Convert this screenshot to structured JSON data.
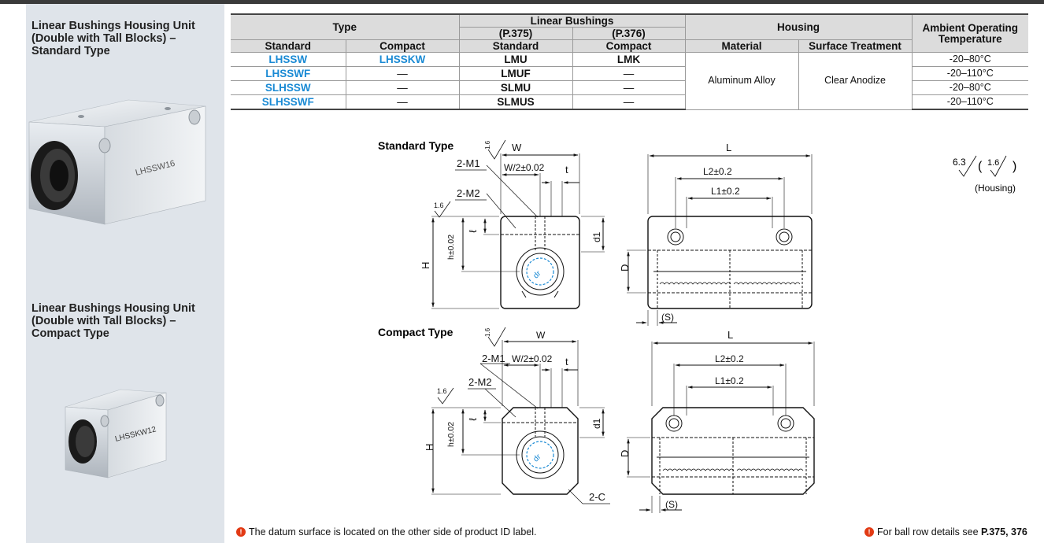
{
  "sidebar": {
    "title_standard": "Linear Bushings Housing Unit\n(Double with Tall Blocks) –\nStandard Type",
    "title_compact": "Linear Bushings Housing Unit\n(Double with Tall Blocks) –\nCompact Type",
    "photo_standard_label": "LHSSW16",
    "photo_compact_label": "LHSSKW12"
  },
  "table": {
    "headers": {
      "type": "Type",
      "linear_bushings": "Linear Bushings",
      "housing": "Housing",
      "ambient": "Ambient Operating\nTemperature",
      "p375": "(P.375)",
      "p376": "(P.376)",
      "standard": "Standard",
      "compact": "Compact",
      "bush_standard": "Standard",
      "bush_compact": "Compact",
      "material": "Material",
      "surface": "Surface Treatment"
    },
    "rows": [
      {
        "standard": "LHSSW",
        "compact": "LHSSKW",
        "bush_std": "LMU",
        "bush_cmp": "LMK",
        "temp": "-20–80°C"
      },
      {
        "standard": "LHSSWF",
        "compact": "—",
        "bush_std": "LMUF",
        "bush_cmp": "—",
        "temp": "-20–110°C"
      },
      {
        "standard": "SLHSSW",
        "compact": "—",
        "bush_std": "SLMU",
        "bush_cmp": "—",
        "temp": "-20–80°C"
      },
      {
        "standard": "SLHSSWF",
        "compact": "—",
        "bush_std": "SLMUS",
        "bush_cmp": "—",
        "temp": "-20–110°C"
      }
    ],
    "material": "Aluminum Alloy",
    "surface": "Clear Anodize"
  },
  "drawings": {
    "standard_title": "Standard Type",
    "compact_title": "Compact Type",
    "labels": {
      "W": "W",
      "L": "L",
      "H": "H",
      "D": "D",
      "t": "t",
      "S": "(S)",
      "ell": "ℓ",
      "M1": "2-M1",
      "M2": "2-M2",
      "W2": "W/2±0.02",
      "L1": "L1±0.2",
      "L2": "L2±0.2",
      "h": "h±0.02",
      "d1": "d1",
      "dr": "dr",
      "C": "2-C",
      "rough16": "1.6"
    },
    "roughness": {
      "main": "6.3",
      "sub": "1.6",
      "caption": "(Housing)"
    }
  },
  "notes": {
    "datum": "The datum surface is located on the other side of product ID label.",
    "ball_prefix": "For ball row details see ",
    "ball_ref": "P.375, 376"
  },
  "colors": {
    "sidebar_bg": "#dfe4ea",
    "header_bg": "#dcdcdc",
    "link_blue": "#1a8ad4",
    "warning_red": "#e23a14"
  }
}
